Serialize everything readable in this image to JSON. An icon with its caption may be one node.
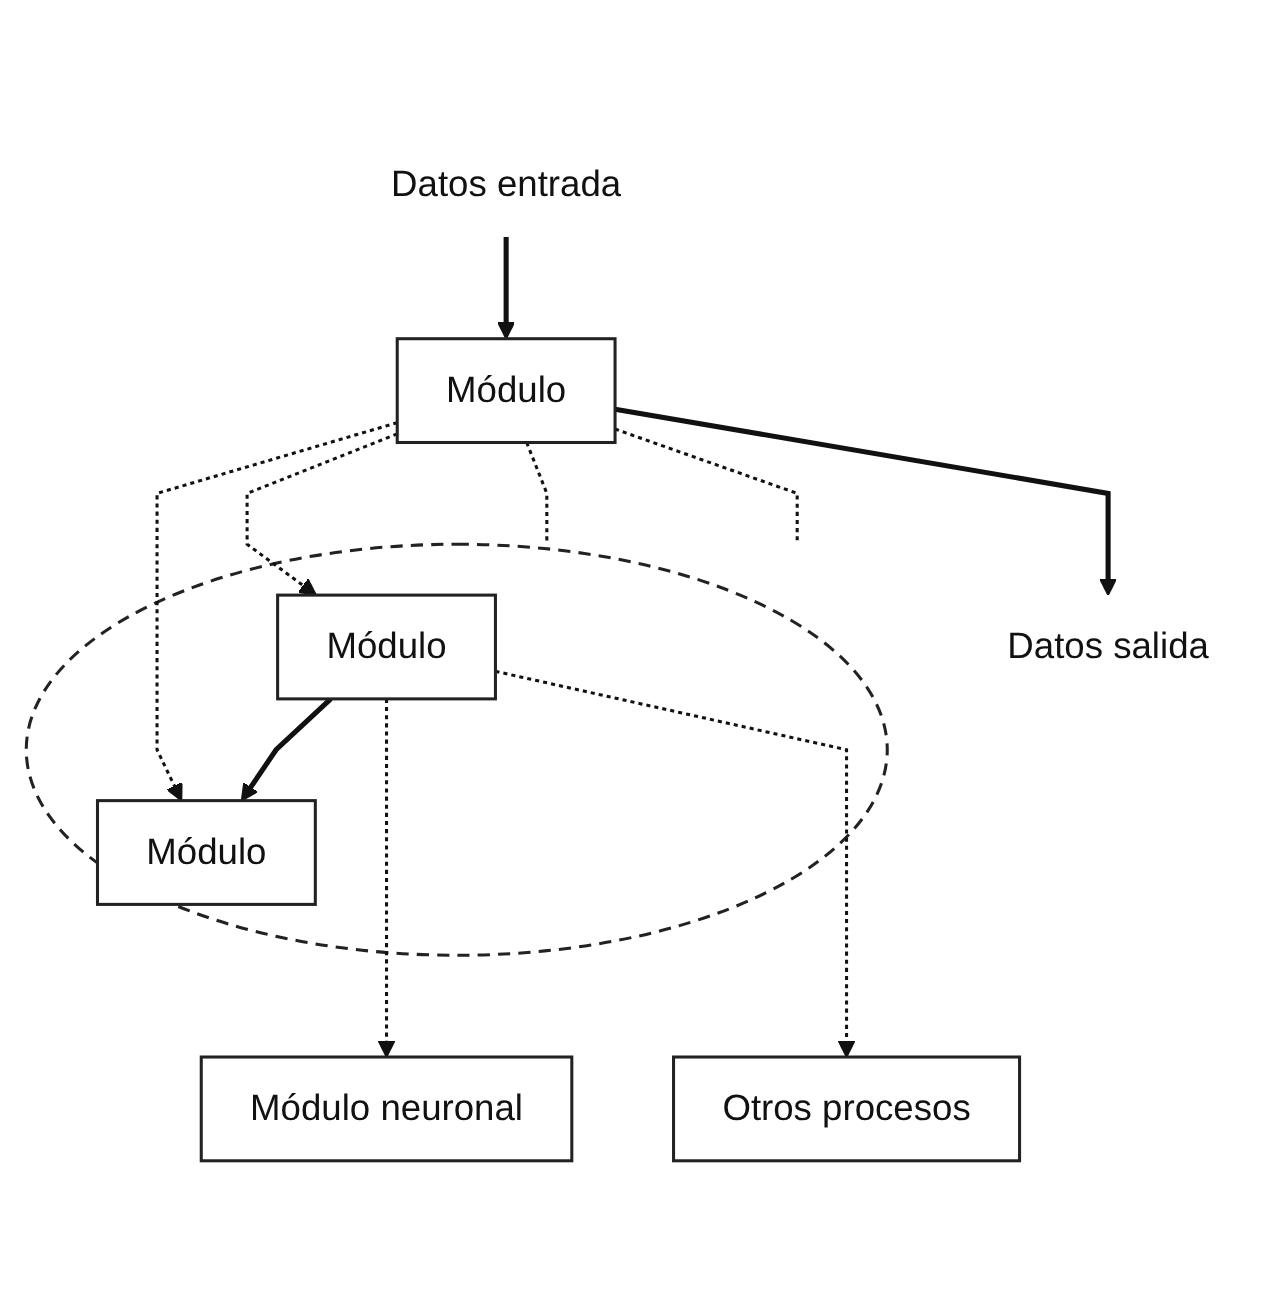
{
  "diagram": {
    "nodes": [
      {
        "text": [
          "Módulo"
        ]
      },
      {
        "text": [
          "Datos entrada"
        ]
      },
      {
        "text": [
          "Datos salida"
        ]
      },
      {
        "text": [],
        "shape": "ellipse"
      },
      {
        "text": [
          "Módulo"
        ],
        "in": 3
      },
      {
        "text": [
          "Módulo"
        ],
        "in": 3
      },
      {
        "text": [
          "Módulo neuronal"
        ]
      },
      {
        "text": [
          "Otros procesos"
        ]
      }
    ],
    "edges": [
      {
        "from": 1,
        "to": 0,
        "arrow": "to"
      },
      {
        "from": 0,
        "to": 2,
        "arrow": "to"
      },
      {
        "from": 0,
        "to": 3,
        "arrow": "none",
        "style": "dashed"
      },
      {
        "from": 0,
        "to": 3,
        "arrow": "none",
        "style": "dashed"
      },
      {
        "from": 0,
        "to": 4,
        "arrow": "to",
        "style": "dashed"
      },
      {
        "from": 0,
        "to": 5,
        "arrow": "to",
        "style": "dashed"
      },
      {
        "from": 4,
        "to": 5,
        "arrow": "to"
      },
      {
        "from": 4,
        "to": 6,
        "arrow": "to",
        "style": "dashed"
      },
      {
        "from": 4,
        "to": 7,
        "arrow": "to",
        "style": "dashed"
      }
    ]
  }
}
